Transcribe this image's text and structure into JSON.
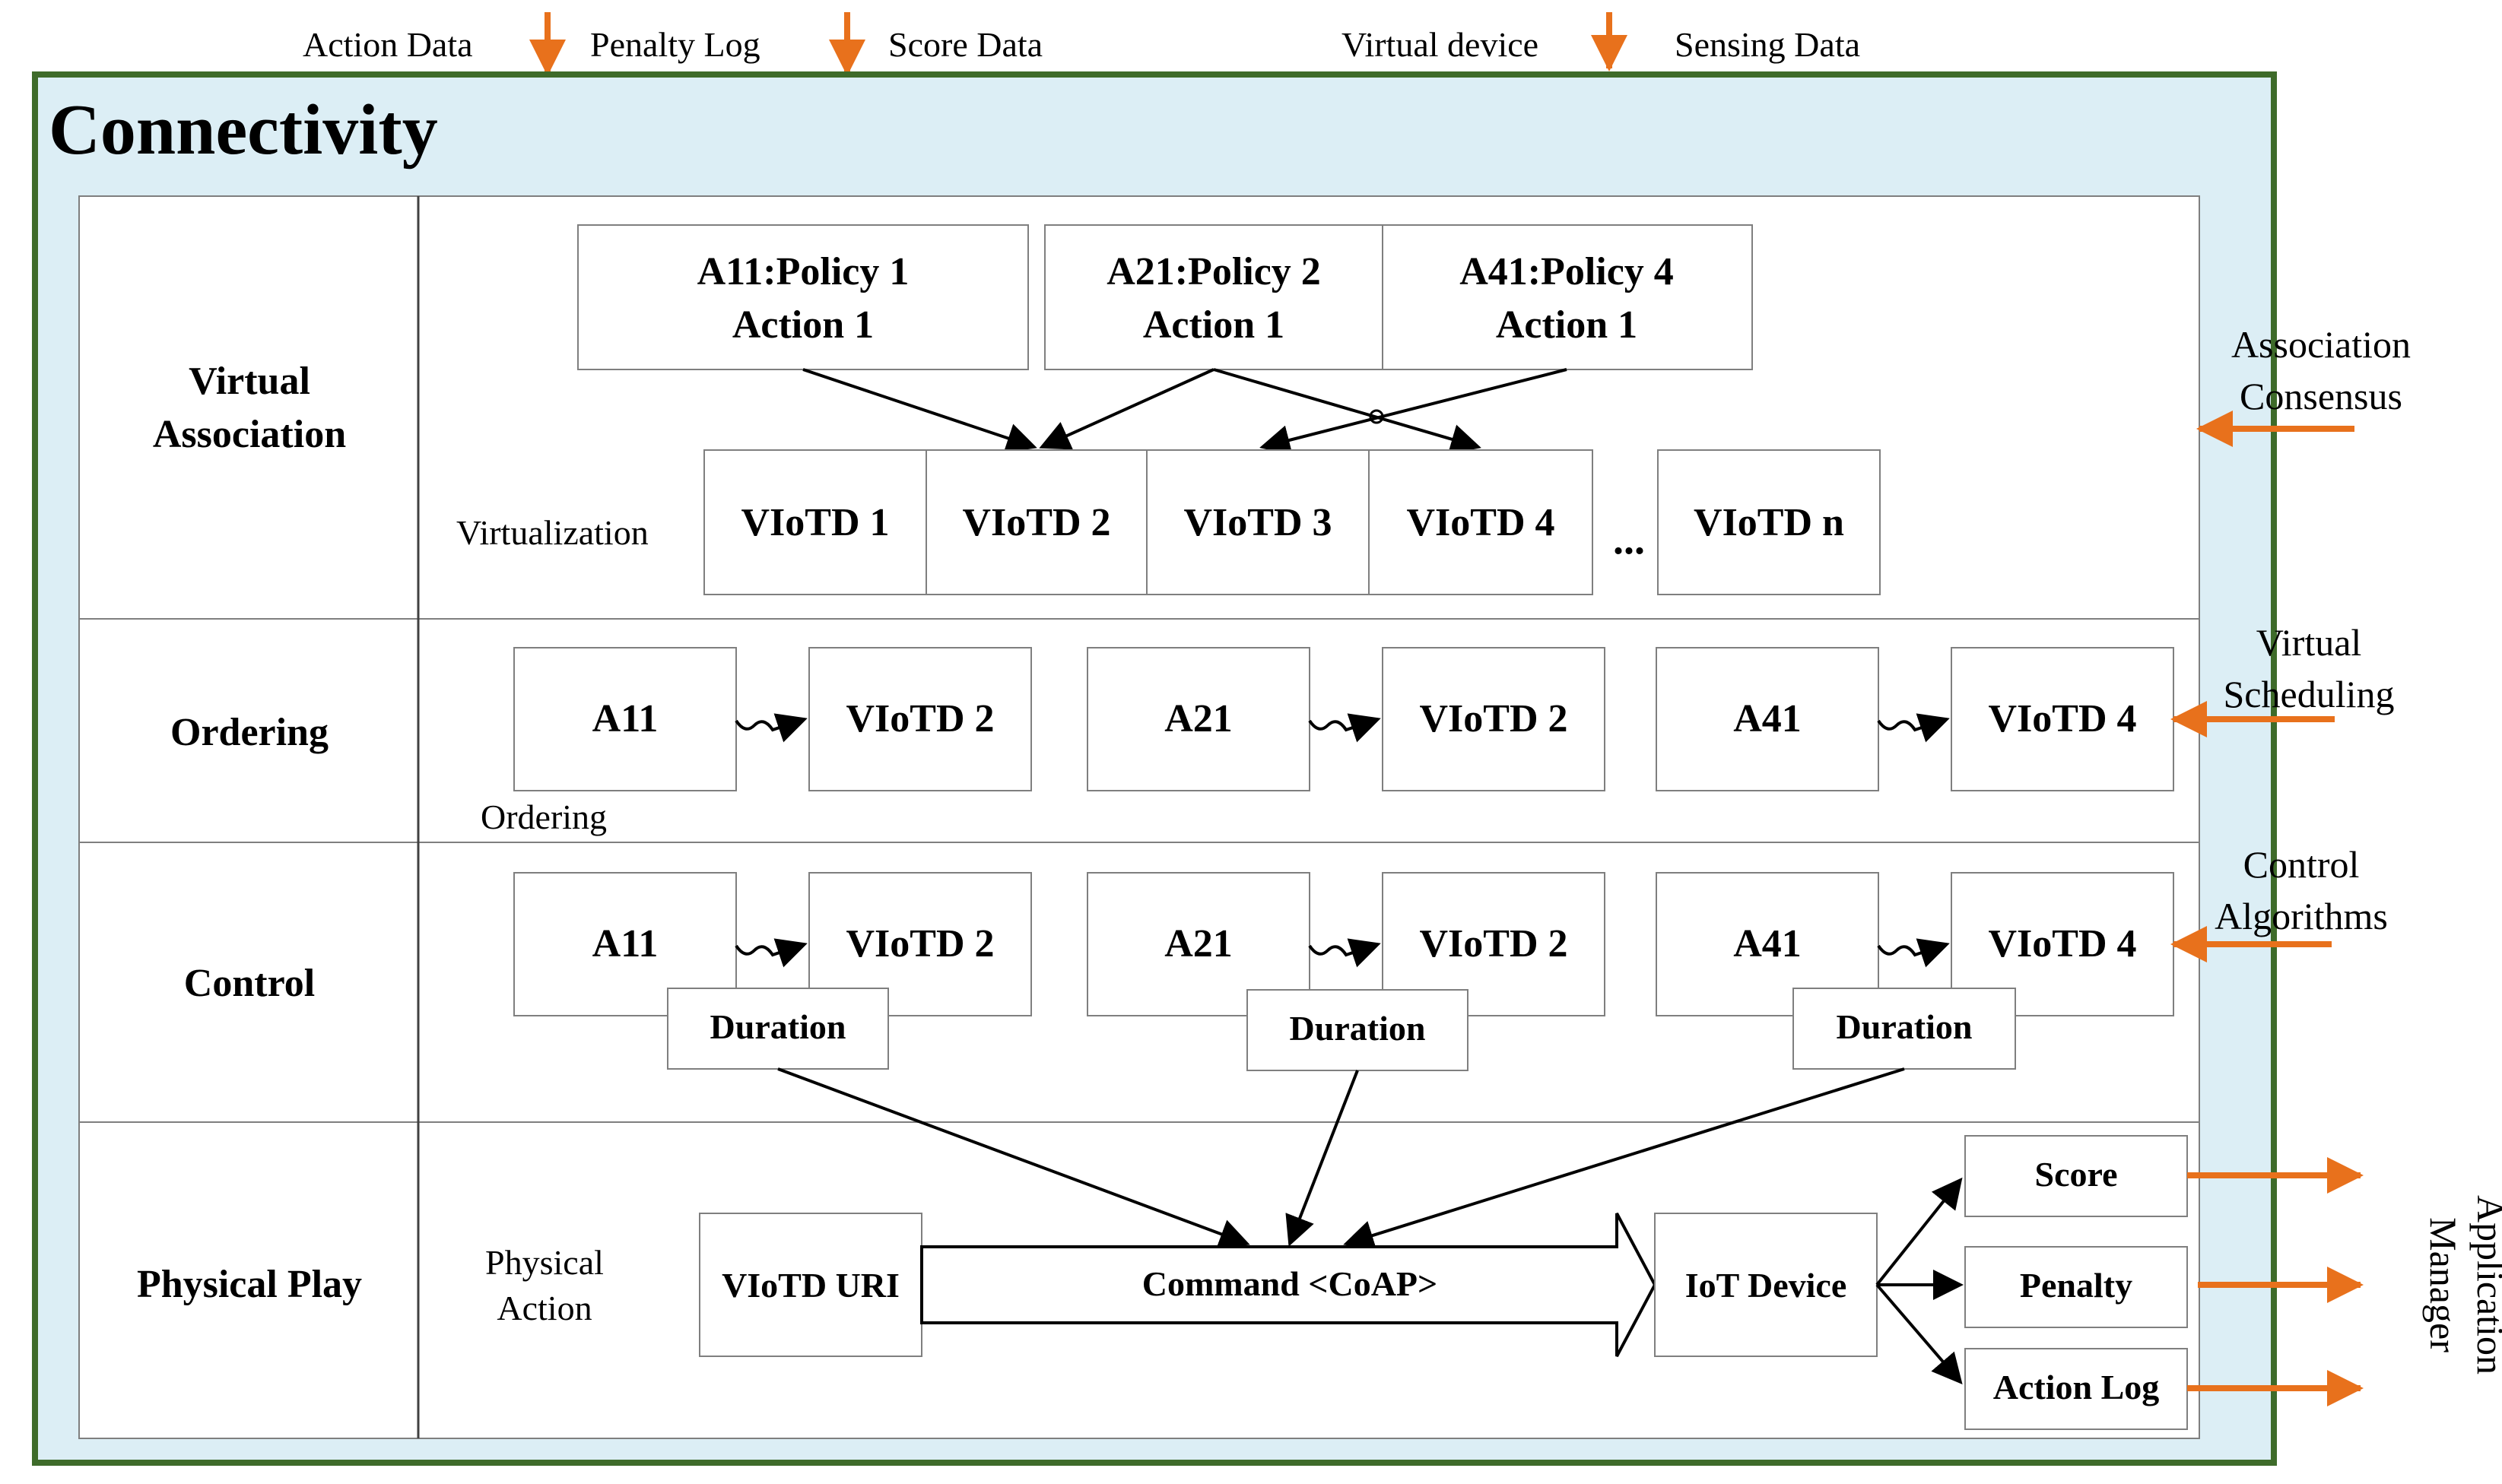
{
  "colors": {
    "panel_fill": "#DCEEF5",
    "panel_border": "#3E6B2A",
    "accent_arrow": "#E8711C",
    "box_border": "#7F7F7F",
    "line": "#000000"
  },
  "top_labels": {
    "action_data": "Action Data",
    "penalty_log": "Penalty Log",
    "score_data": "Score Data",
    "virtual_device": "Virtual device",
    "sensing_data": "Sensing Data"
  },
  "title": "Connectivity",
  "layers": {
    "virtual_association": {
      "line1": "Virtual",
      "line2": "Association"
    },
    "ordering": "Ordering",
    "control": "Control",
    "physical_play": "Physical Play"
  },
  "policies": [
    {
      "line1": "A11:Policy 1",
      "line2": "Action 1"
    },
    {
      "line1": "A21:Policy 2",
      "line2": "Action 1"
    },
    {
      "line1": "A41:Policy 4",
      "line2": "Action 1"
    }
  ],
  "virtualization_label": "Virtualization",
  "viotd_row": [
    "VIoTD 1",
    "VIoTD 2",
    "VIoTD 3",
    "VIoTD 4",
    "VIoTD n"
  ],
  "ellipsis": "...",
  "ordering_pairs": [
    {
      "action": "A11",
      "device": "VIoTD 2"
    },
    {
      "action": "A21",
      "device": "VIoTD 2"
    },
    {
      "action": "A41",
      "device": "VIoTD 4"
    }
  ],
  "ordering_label": "Ordering",
  "control_pairs": [
    {
      "action": "A11",
      "device": "VIoTD 2",
      "duration": "Duration"
    },
    {
      "action": "A21",
      "device": "VIoTD 2",
      "duration": "Duration"
    },
    {
      "action": "A41",
      "device": "VIoTD 4",
      "duration": "Duration"
    }
  ],
  "physical": {
    "label_line1": "Physical",
    "label_line2": "Action",
    "uri": "VIoTD URI",
    "command": "Command <CoAP>",
    "device": "IoT Device",
    "outputs": [
      "Score",
      "Penalty",
      "Action Log"
    ]
  },
  "side_labels": {
    "association": {
      "line1": "Association",
      "line2": "Consensus"
    },
    "scheduling": {
      "line1": "Virtual",
      "line2": "Scheduling"
    },
    "control": {
      "line1": "Control",
      "line2": "Algorithms"
    },
    "manager": {
      "line1": "Application",
      "line2": "Manager"
    }
  }
}
